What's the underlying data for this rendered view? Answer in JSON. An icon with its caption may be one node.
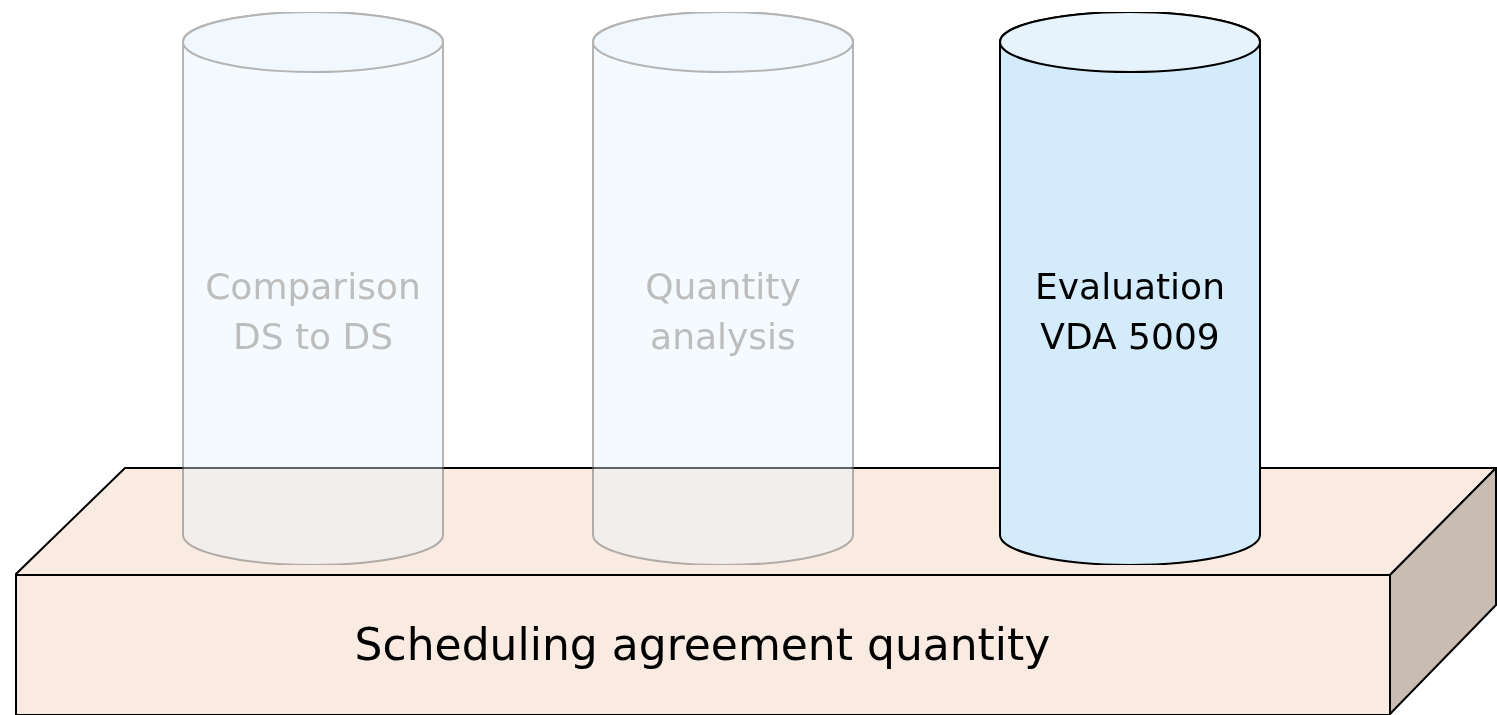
{
  "diagram": {
    "nodes": [
      {
        "text": [
          "Comparison DS to DS"
        ]
      },
      {
        "text": [
          "Quantity analysis"
        ]
      },
      {
        "text": [
          "Evaluation VDA 5009"
        ]
      },
      {
        "text": [
          "Scheduling agreement quantity"
        ]
      }
    ]
  }
}
